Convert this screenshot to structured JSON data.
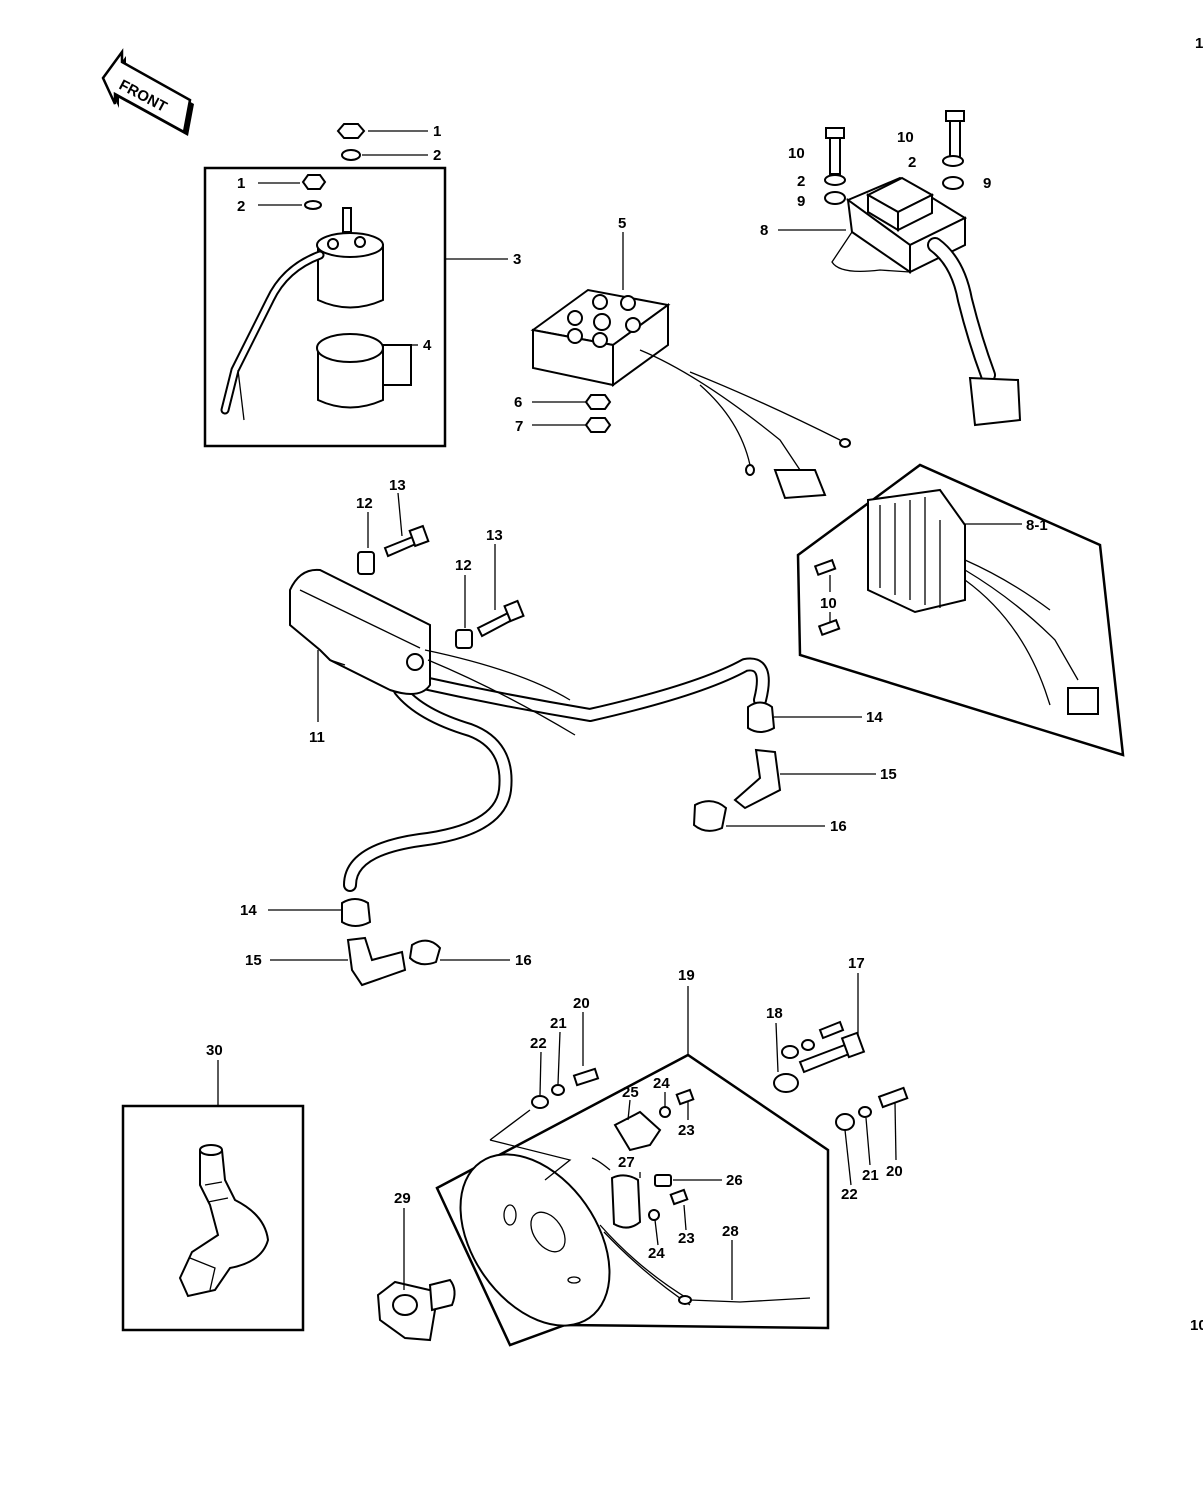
{
  "front_badge": "FRONT",
  "edge_marks": {
    "top_right": "1",
    "bottom_right": "10"
  },
  "callouts": [
    {
      "id": "c1a",
      "text": "1"
    },
    {
      "id": "c2a",
      "text": "2"
    },
    {
      "id": "c1b",
      "text": "1"
    },
    {
      "id": "c2b",
      "text": "2"
    },
    {
      "id": "c3",
      "text": "3"
    },
    {
      "id": "c4",
      "text": "4"
    },
    {
      "id": "c5",
      "text": "5"
    },
    {
      "id": "c6",
      "text": "6"
    },
    {
      "id": "c7",
      "text": "7"
    },
    {
      "id": "c10a",
      "text": "10"
    },
    {
      "id": "c10b",
      "text": "10"
    },
    {
      "id": "c2c",
      "text": "2"
    },
    {
      "id": "c2d",
      "text": "2"
    },
    {
      "id": "c9a",
      "text": "9"
    },
    {
      "id": "c9b",
      "text": "9"
    },
    {
      "id": "c8",
      "text": "8"
    },
    {
      "id": "c81",
      "text": "8-1"
    },
    {
      "id": "c10c",
      "text": "10"
    },
    {
      "id": "c12a",
      "text": "12"
    },
    {
      "id": "c13a",
      "text": "13"
    },
    {
      "id": "c12b",
      "text": "12"
    },
    {
      "id": "c13b",
      "text": "13"
    },
    {
      "id": "c11",
      "text": "11"
    },
    {
      "id": "c14a",
      "text": "14"
    },
    {
      "id": "c15a",
      "text": "15"
    },
    {
      "id": "c16a",
      "text": "16"
    },
    {
      "id": "c14b",
      "text": "14"
    },
    {
      "id": "c15b",
      "text": "15"
    },
    {
      "id": "c16b",
      "text": "16"
    },
    {
      "id": "c19",
      "text": "19"
    },
    {
      "id": "c17",
      "text": "17"
    },
    {
      "id": "c18",
      "text": "18"
    },
    {
      "id": "c20a",
      "text": "20"
    },
    {
      "id": "c21a",
      "text": "21"
    },
    {
      "id": "c22a",
      "text": "22"
    },
    {
      "id": "c25",
      "text": "25"
    },
    {
      "id": "c24a",
      "text": "24"
    },
    {
      "id": "c23a",
      "text": "23"
    },
    {
      "id": "c27",
      "text": "27"
    },
    {
      "id": "c26",
      "text": "26"
    },
    {
      "id": "c24b",
      "text": "24"
    },
    {
      "id": "c23b",
      "text": "23"
    },
    {
      "id": "c28",
      "text": "28"
    },
    {
      "id": "c29",
      "text": "29"
    },
    {
      "id": "c30",
      "text": "30"
    },
    {
      "id": "c22b",
      "text": "22"
    },
    {
      "id": "c21b",
      "text": "21"
    },
    {
      "id": "c20b",
      "text": "20"
    }
  ]
}
